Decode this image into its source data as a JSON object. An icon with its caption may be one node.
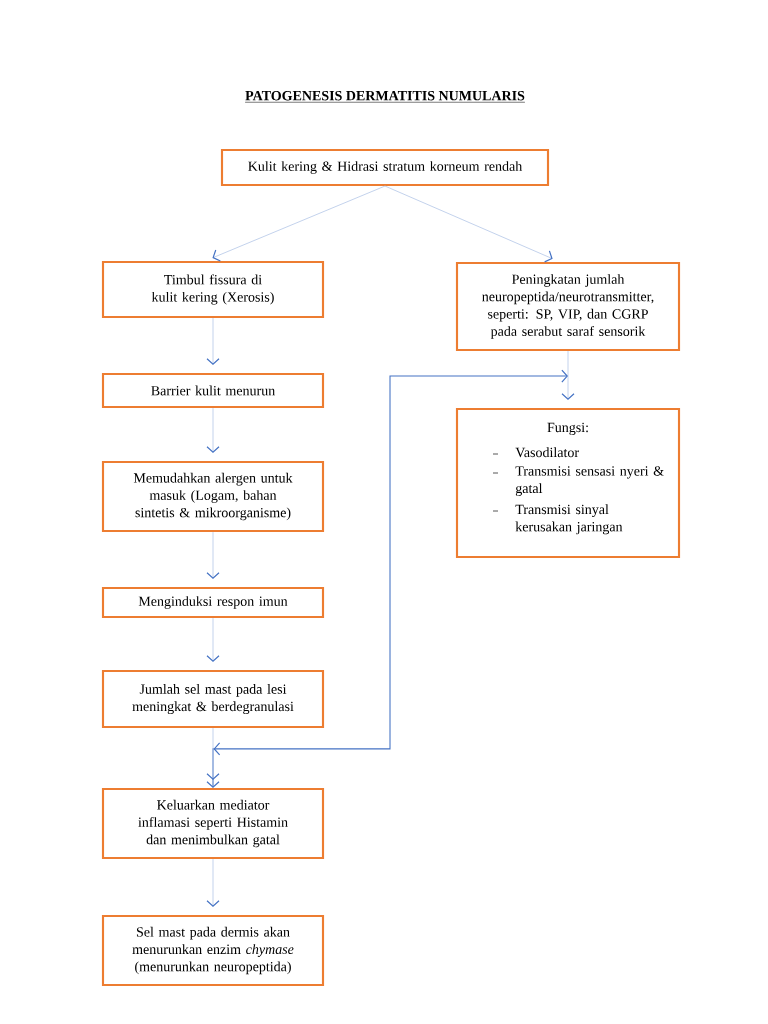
{
  "diagram": {
    "title": "PATOGENESIS DERMATITIS NUMULARIS",
    "nodes": [
      {
        "text": [
          "Kulit kering & Hidrasi stratum korneum rendah"
        ]
      },
      {
        "text": [
          "Timbul fissura di kulit kering (Xerosis)"
        ]
      },
      {
        "text": [
          "Peningkatan jumlah neuropeptida/neurotransmitter, seperti: SP, VIP, dan CGRP pada serabut saraf sensorik"
        ]
      },
      {
        "text": [
          "Barrier kulit menurun"
        ]
      },
      {
        "text": [
          "Fungsi:",
          "Vasodilator",
          "Transmisi sensasi nyeri & gatal",
          "Transmisi sinyal kerusakan jaringan"
        ]
      },
      {
        "text": [
          "Memudahkan alergen untuk masuk (Logam, bahan sintetis & mikroorganisme)"
        ]
      },
      {
        "text": [
          "Menginduksi respon imun"
        ]
      },
      {
        "text": [
          "Jumlah sel mast pada lesi meningkat & berdegranulasi"
        ]
      },
      {
        "text": [
          "Keluarkan mediator inflamasi seperti Histamin dan menimbulkan gatal"
        ]
      },
      {
        "text": [
          "Sel mast pada dermis akan menurunkan enzim *chymase* (menurunkan neuropeptida)"
        ]
      }
    ],
    "edges": [
      {
        "from": 0,
        "to": 1,
        "arrow": "to"
      },
      {
        "from": 0,
        "to": 2,
        "arrow": "to"
      },
      {
        "from": 1,
        "to": 3,
        "arrow": "to"
      },
      {
        "from": 2,
        "to": 4,
        "arrow": "to"
      },
      {
        "from": 3,
        "to": 5,
        "arrow": "to"
      },
      {
        "from": 5,
        "to": 6,
        "arrow": "to"
      },
      {
        "from": 6,
        "to": 7,
        "arrow": "to"
      },
      {
        "from": 2,
        "to": 8,
        "arrow": "both",
        "color": "#4472c4"
      },
      {
        "from": 7,
        "to": 8,
        "arrow": "to"
      },
      {
        "from": 8,
        "to": 9,
        "arrow": "to"
      }
    ]
  }
}
